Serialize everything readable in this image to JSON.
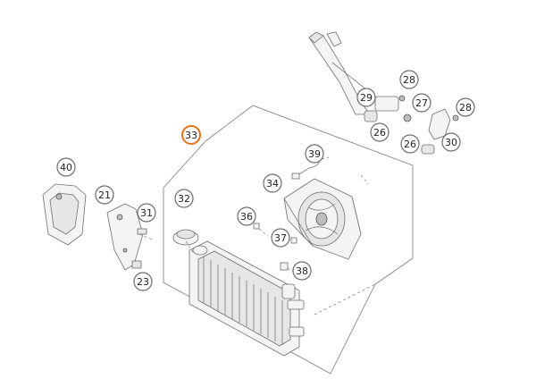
{
  "callouts": [
    {
      "id": "c40",
      "label": "40"
    },
    {
      "id": "c21",
      "label": "21"
    },
    {
      "id": "c31",
      "label": "31"
    },
    {
      "id": "c23",
      "label": "23"
    },
    {
      "id": "c32",
      "label": "32"
    },
    {
      "id": "c33",
      "label": "33",
      "highlight": true
    },
    {
      "id": "c34",
      "label": "34"
    },
    {
      "id": "c36",
      "label": "36"
    },
    {
      "id": "c37",
      "label": "37"
    },
    {
      "id": "c38",
      "label": "38"
    },
    {
      "id": "c39",
      "label": "39"
    },
    {
      "id": "c28a",
      "label": "28"
    },
    {
      "id": "c29",
      "label": "29"
    },
    {
      "id": "c27",
      "label": "27"
    },
    {
      "id": "c26a",
      "label": "26"
    },
    {
      "id": "c26b",
      "label": "26"
    },
    {
      "id": "c28b",
      "label": "28"
    },
    {
      "id": "c30",
      "label": "30"
    }
  ],
  "colors": {
    "highlight": "#e8731a",
    "outline": "#6b6b6b"
  }
}
